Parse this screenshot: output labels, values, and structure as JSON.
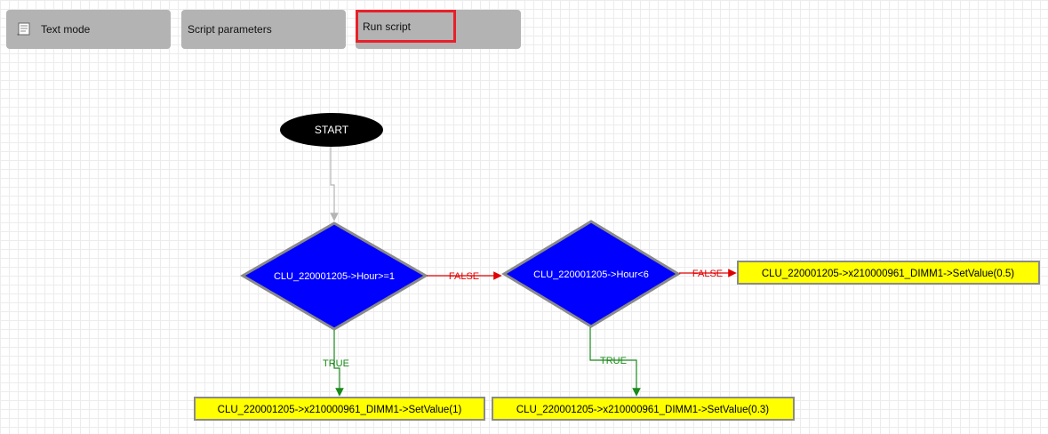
{
  "toolbar": {
    "text_mode_label": "Text mode",
    "script_parameters_label": "Script parameters",
    "run_script_label": "Run script"
  },
  "flowchart": {
    "start_label": "START",
    "decision1_label": "CLU_220001205->Hour>=1",
    "decision2_label": "CLU_220001205->Hour<6",
    "action_true1_label": "CLU_220001205->x210000961_DIMM1->SetValue(1)",
    "action_true2_label": "CLU_220001205->x210000961_DIMM1->SetValue(0.3)",
    "action_false2_label": "CLU_220001205->x210000961_DIMM1->SetValue(0.5)",
    "edge_false1_label": "FALSE",
    "edge_false2_label": "FALSE",
    "edge_true1_label": "TRUE",
    "edge_true2_label": "TRUE"
  },
  "colors": {
    "decision_fill": "#0000ff",
    "action_fill": "#ffff00",
    "true_edge": "#1a8a1a",
    "false_edge": "#e00000",
    "highlight": "#e8202a"
  }
}
